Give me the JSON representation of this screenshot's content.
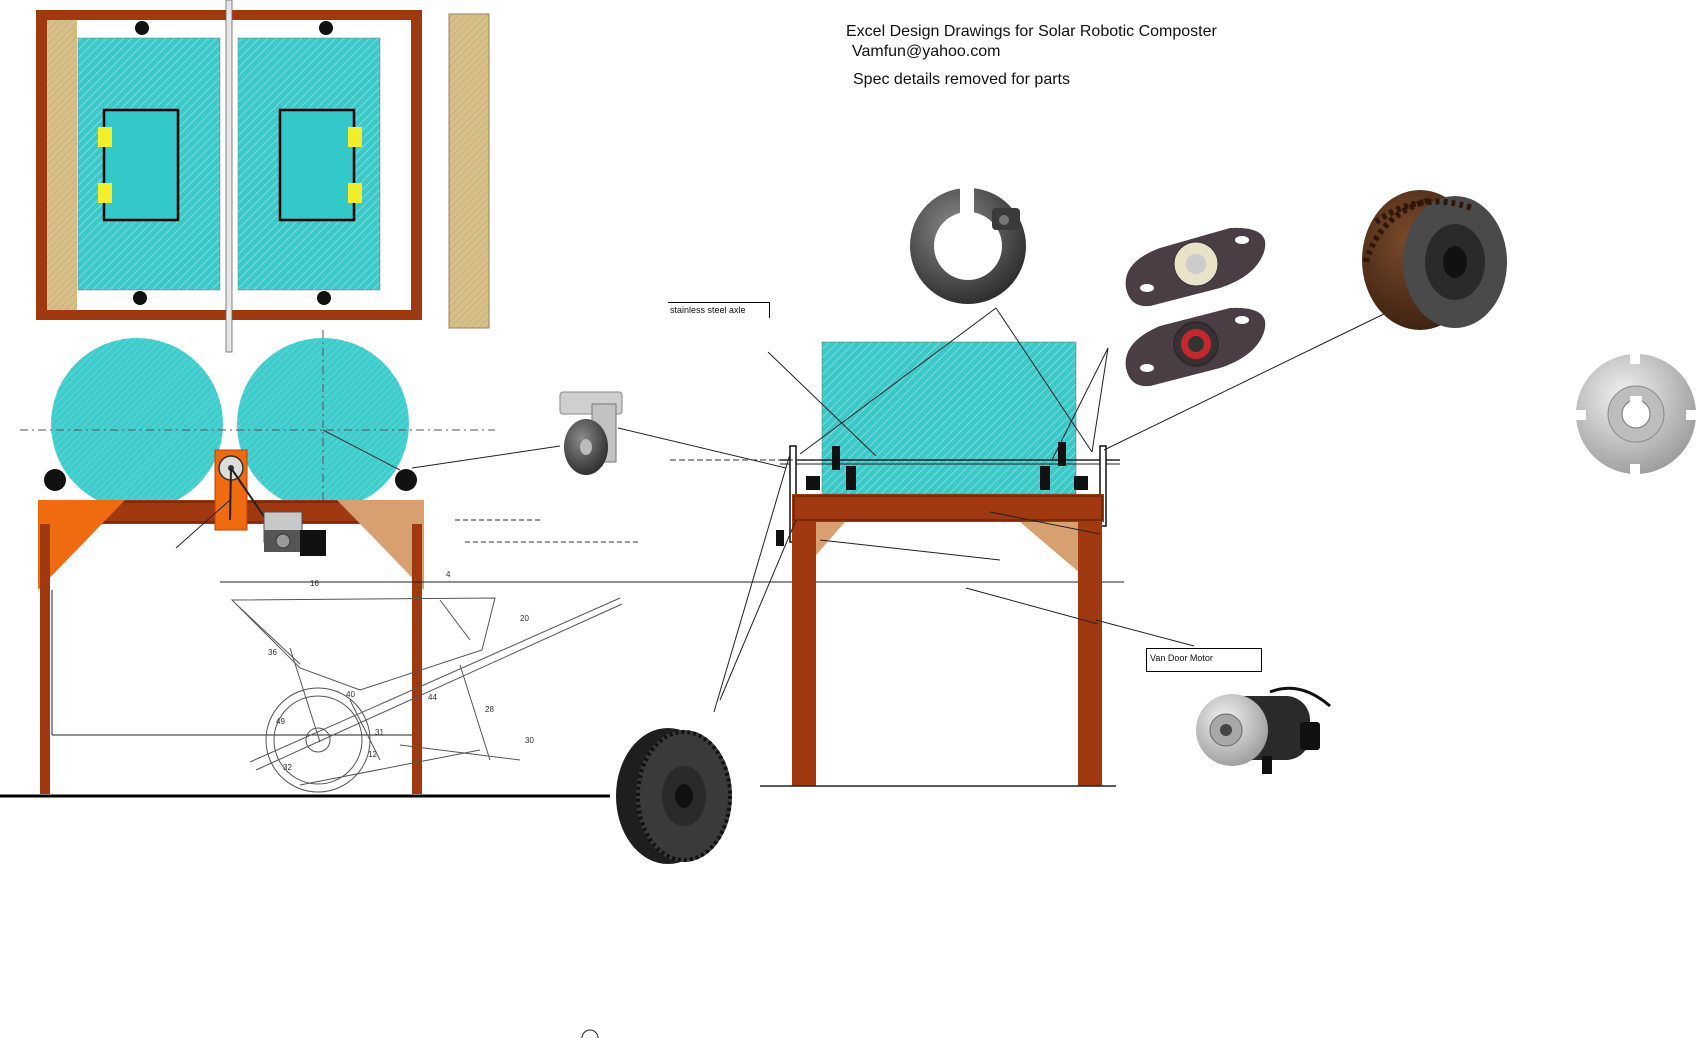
{
  "title": {
    "line1": "Excel Design Drawings for Solar Robotic Composter",
    "line2": "Vamfun@yahoo.com",
    "line3": "Spec details removed for parts"
  },
  "labels": {
    "axle": "stainless steel axle",
    "motor": "Van Door Motor"
  },
  "patent_callouts": [
    "16",
    "4",
    "20",
    "36",
    "40",
    "44",
    "28",
    "30",
    "49",
    "31",
    "12",
    "32"
  ],
  "colors": {
    "wood": "#a0390f",
    "brace": "#f06a10",
    "panel": "#3cc8c8",
    "post": "#d8c08a",
    "bin": "#3fcccc"
  },
  "icons": {
    "caster_wheel": "caster-wheel-photo-icon",
    "shaft_collar": "shaft-collar-photo-icon",
    "flange_bearing": "flange-bearing-photo-icon",
    "drive_roller": "drive-roller-photo-icon",
    "motor_hub": "motor-hub-photo-icon",
    "timing_pulley": "timing-pulley-photo-icon",
    "van_door_motor": "van-door-motor-photo-icon"
  }
}
